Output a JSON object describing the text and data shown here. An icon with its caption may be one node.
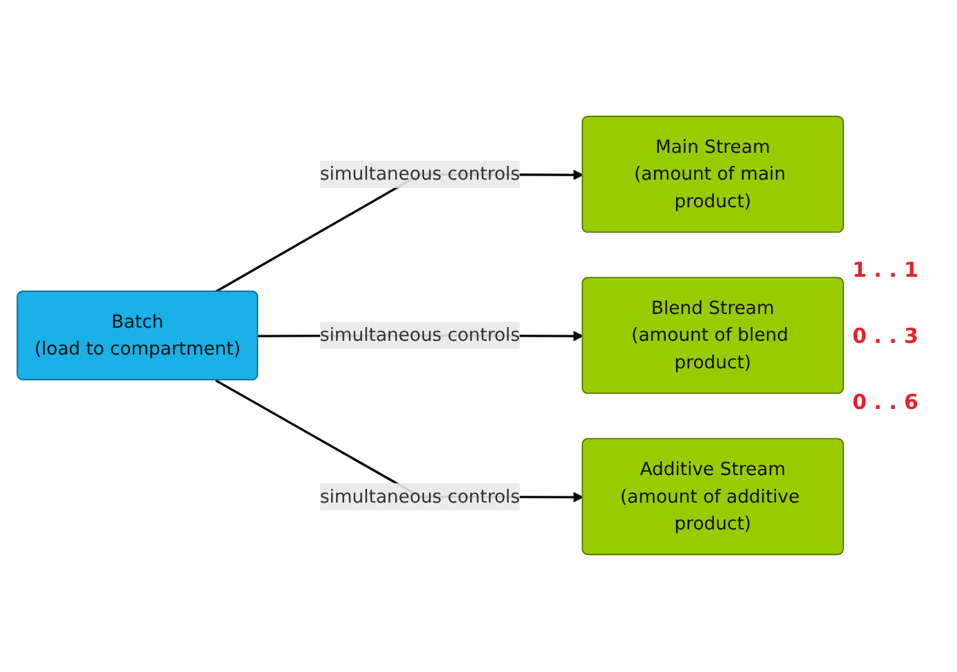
{
  "diagram": {
    "nodes": [
      {
        "text": [
          "Batch",
          "(load to compartment)"
        ]
      },
      {
        "text": [
          "Main Stream",
          "(amount of main product)"
        ]
      },
      {
        "text": [
          "Blend Stream",
          "(amount of blend product)"
        ]
      },
      {
        "text": [
          "Additive Stream",
          "(amount of additive product)"
        ]
      }
    ],
    "edges": [
      {
        "from": 0,
        "to": 1,
        "arrow": "to",
        "label": "simultaneous controls"
      },
      {
        "from": 0,
        "to": 2,
        "arrow": "to",
        "label": "simultaneous controls"
      },
      {
        "from": 0,
        "to": 3,
        "arrow": "to",
        "label": "simultaneous controls"
      }
    ],
    "labels": [
      "1 . . 1",
      "0 . . 3",
      "0 . . 6"
    ]
  }
}
